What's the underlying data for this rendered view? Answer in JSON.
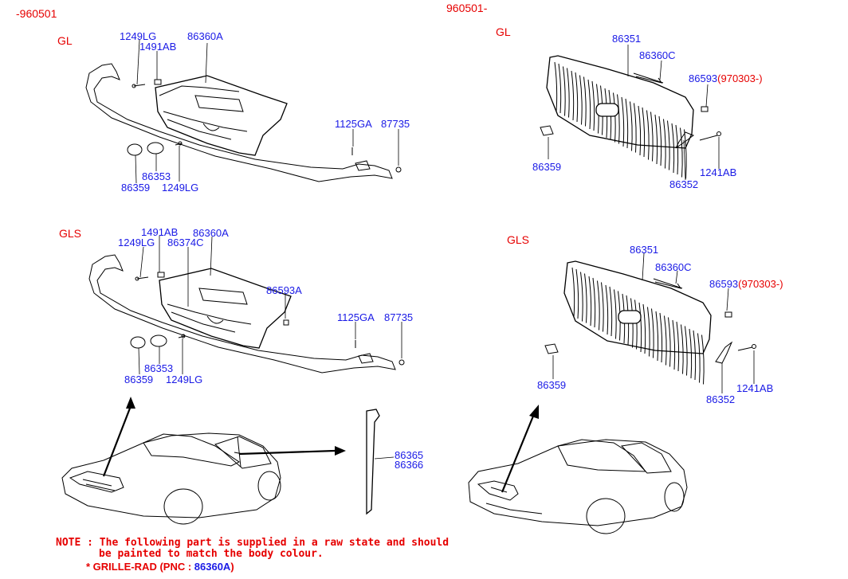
{
  "dates": {
    "left": "-960501",
    "right": "960501-"
  },
  "variants": {
    "top_left": "GL",
    "top_right": "GL",
    "bottom_left": "GLS",
    "bottom_right": "GLS"
  },
  "top_left": {
    "labels": [
      "1249LG",
      "1491AB",
      "86360A",
      "1125GA",
      "87735",
      "86353",
      "86359",
      "1249LG"
    ]
  },
  "top_right": {
    "labels": [
      "86351",
      "86360C",
      "86359",
      "86352",
      "1241AB"
    ],
    "pnc_86593": "86593",
    "pnc_86593_date": "(970303-)"
  },
  "bottom_left": {
    "labels": [
      "1491AB",
      "86360A",
      "1249LG",
      "86374C",
      "86593A",
      "1125GA",
      "87735",
      "86353",
      "86359",
      "1249LG",
      "86365",
      "86366"
    ]
  },
  "bottom_right": {
    "labels": [
      "86351",
      "86360C",
      "86359",
      "86352",
      "1241AB"
    ],
    "pnc_86593": "86593",
    "pnc_86593_date": "(970303-)"
  },
  "note": {
    "line1": "NOTE : The following part is supplied in a raw state and should",
    "line2": "be painted to match the body colour.",
    "line3_prefix": "* GRILLE-RAD (PNC : ",
    "line3_pnc": "86360A",
    "line3_suffix": ")"
  }
}
